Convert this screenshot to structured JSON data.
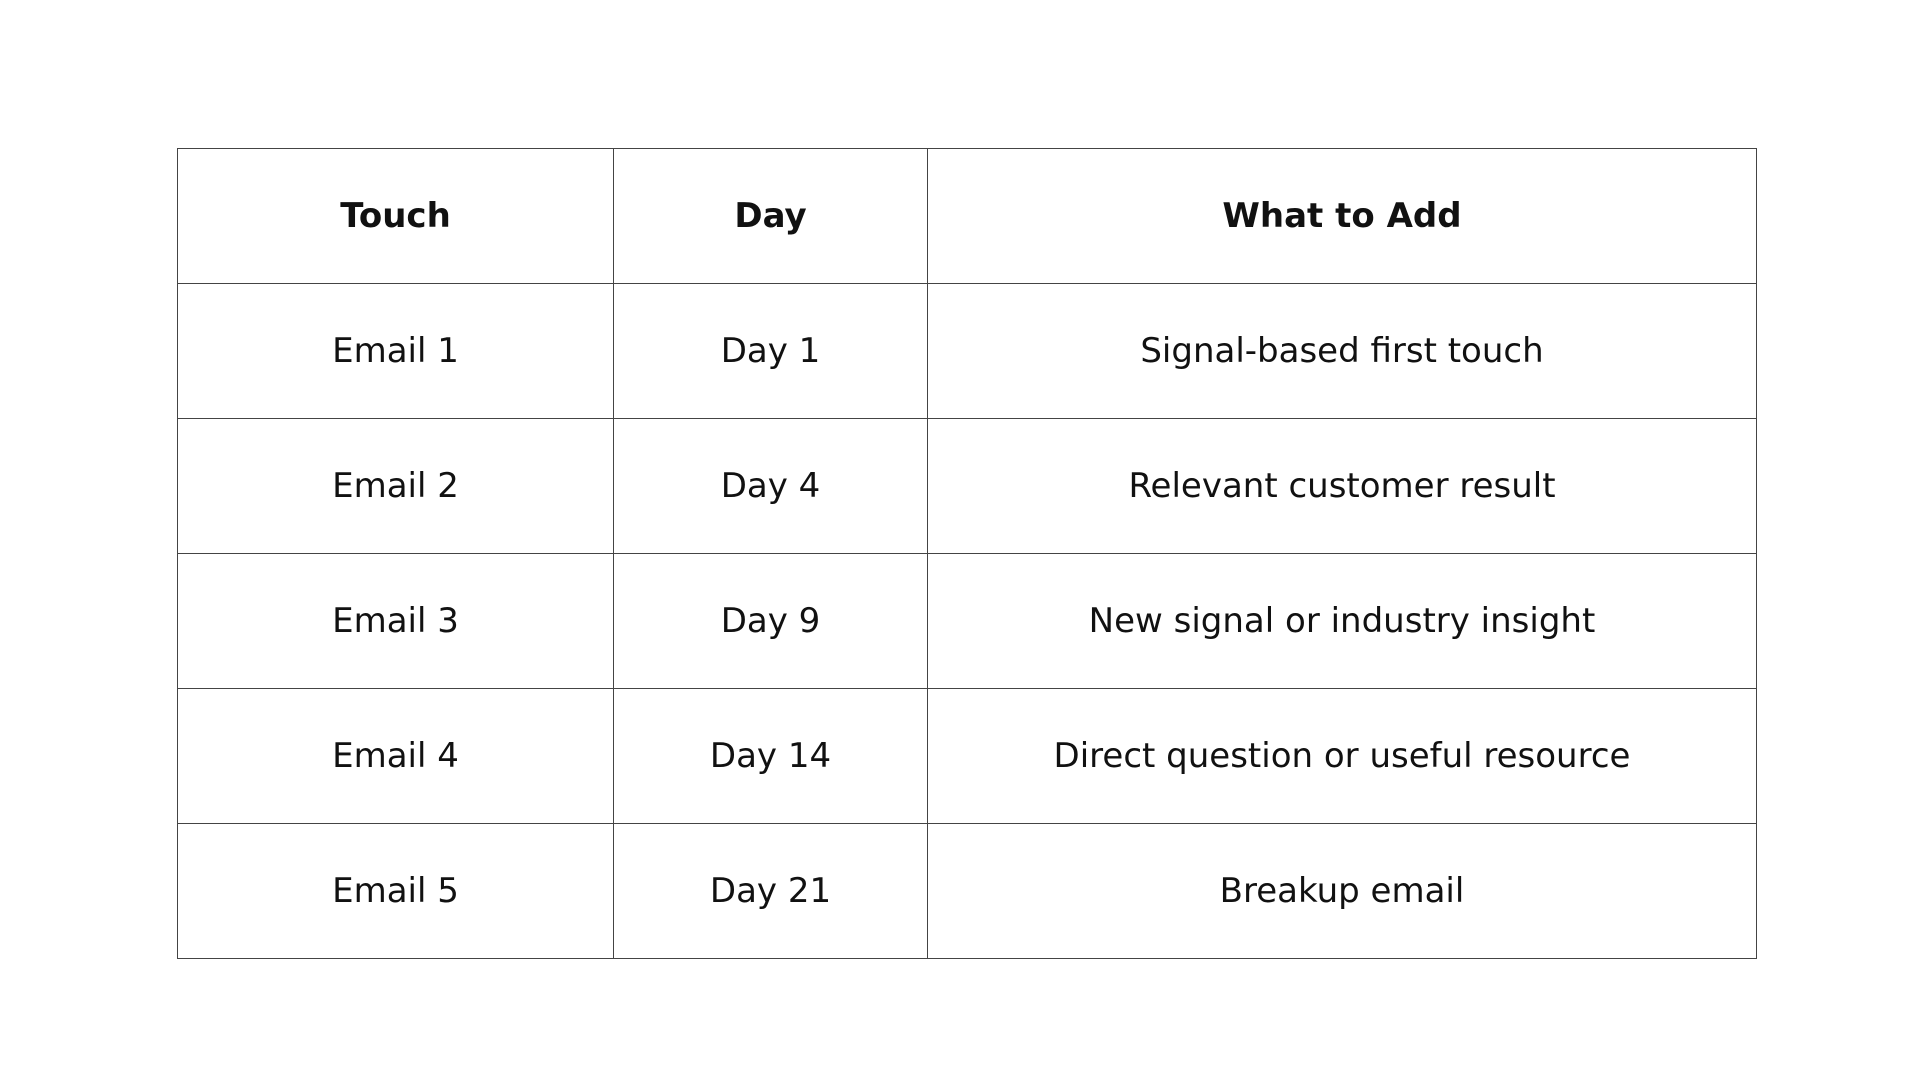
{
  "table": {
    "headers": [
      "Touch",
      "Day",
      "What to Add"
    ],
    "rows": [
      [
        "Email 1",
        "Day 1",
        "Signal-based first touch"
      ],
      [
        "Email 2",
        "Day 4",
        "Relevant customer result"
      ],
      [
        "Email 3",
        "Day 9",
        "New signal or industry insight"
      ],
      [
        "Email 4",
        "Day 14",
        "Direct question or useful resource"
      ],
      [
        "Email 5",
        "Day 21",
        "Breakup email"
      ]
    ]
  },
  "colors": {
    "border": "#444444",
    "text": "#111111",
    "background": "#ffffff"
  }
}
